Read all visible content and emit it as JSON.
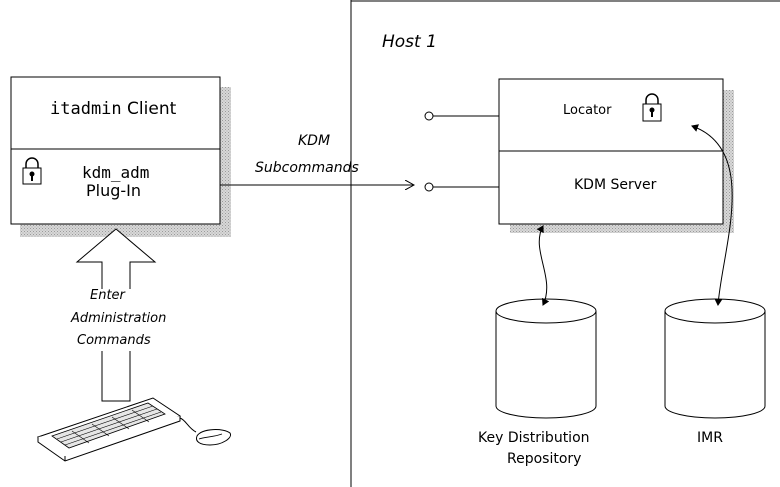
{
  "host": {
    "label": "Host 1"
  },
  "client": {
    "title_mono": "itadmin",
    "title_rest": " Client",
    "plugin_mono": "kdm_adm",
    "plugin_rest": "Plug-In"
  },
  "link": {
    "line1": "KDM",
    "line2": "Subcommands"
  },
  "server": {
    "locator": "Locator",
    "kdm_server": "KDM Server"
  },
  "enter": {
    "line1": "Enter",
    "line2": "Administration",
    "line3": "Commands"
  },
  "repositories": {
    "kdr_line1": "Key Distribution",
    "kdr_line2": "Repository",
    "imr": "IMR"
  },
  "icons": [
    "lock-icon",
    "keyboard-icon",
    "mouse-icon",
    "database-icon",
    "up-arrow-icon"
  ]
}
